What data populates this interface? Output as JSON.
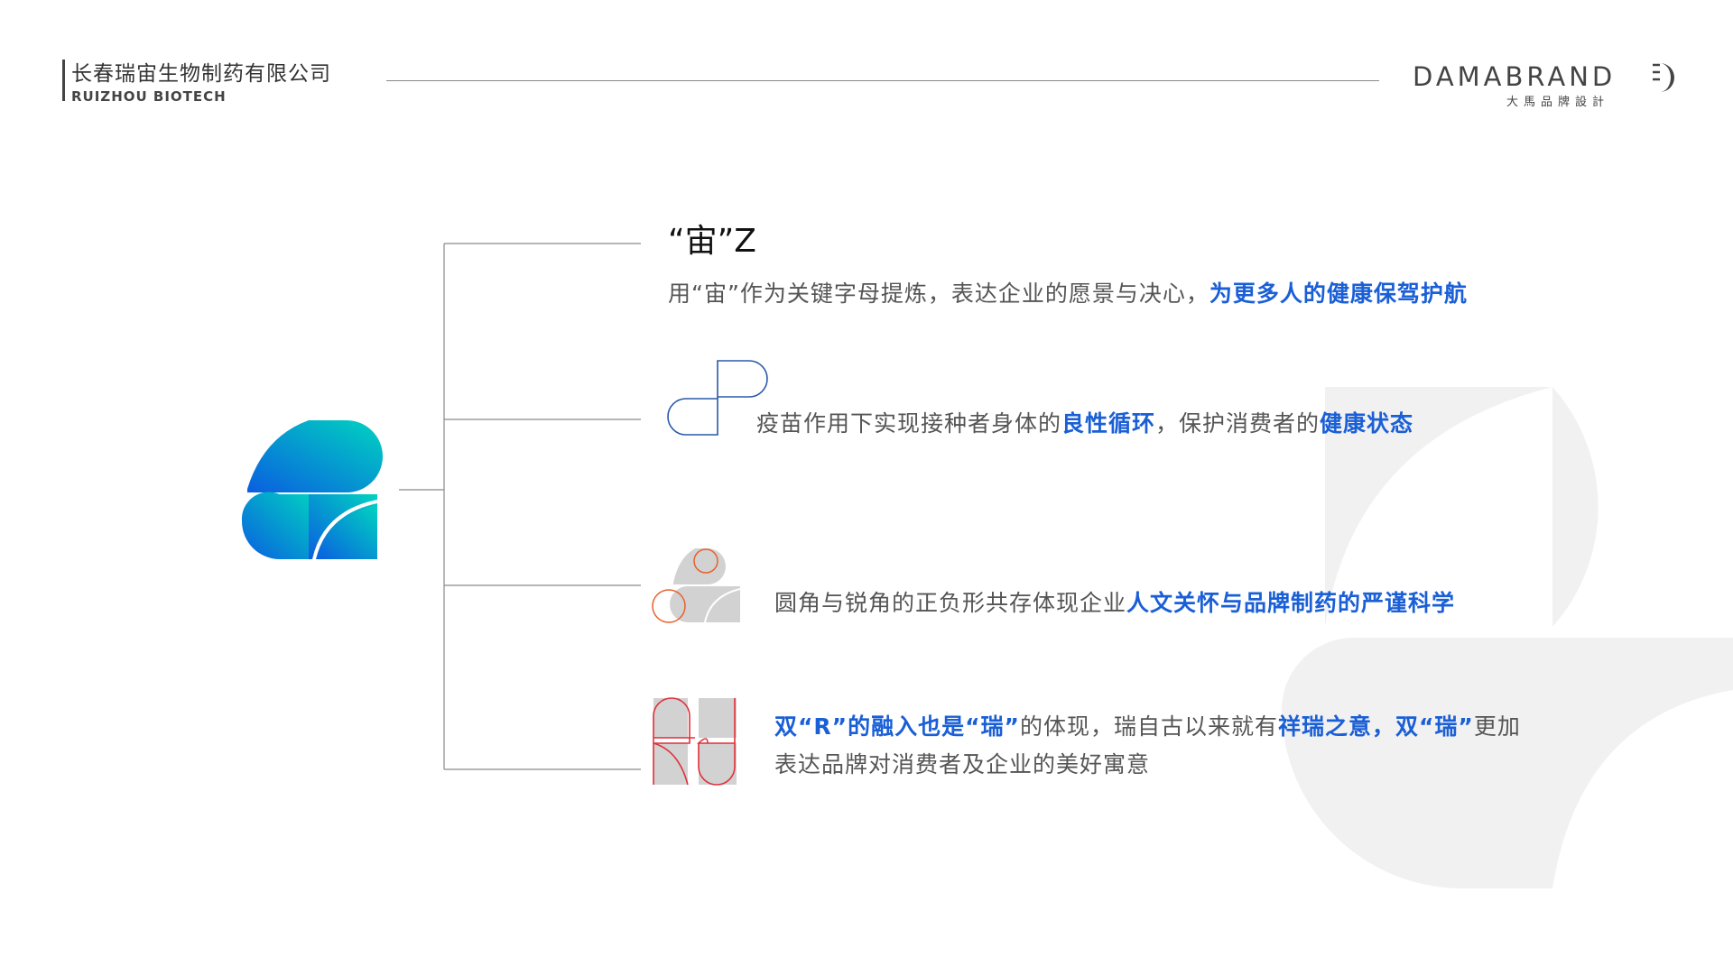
{
  "header": {
    "company_cn": "长春瑞宙生物制药有限公司",
    "company_en": "RUIZHOU BIOTECH",
    "brand_en": "DAMABRAND",
    "brand_cn": "大馬品牌設計"
  },
  "items": [
    {
      "title": "“宙”Z",
      "lines": [
        {
          "parts": [
            {
              "text": "用“宙”作为关键字母提炼，表达企业的愿景与决心，"
            },
            {
              "text": "为更多人的健康保驾护航",
              "hl": true
            }
          ]
        }
      ]
    },
    {
      "lines": [
        {
          "parts": [
            {
              "text": "疫苗作用下实现接种者身体的"
            },
            {
              "text": "良性循环",
              "hl": true
            },
            {
              "text": "，保护消费者的"
            },
            {
              "text": "健康状态",
              "hl": true
            }
          ]
        }
      ]
    },
    {
      "lines": [
        {
          "parts": [
            {
              "text": "圆角与锐角的正负形共存体现企业"
            },
            {
              "text": "人文关怀与品牌制药的严谨科学",
              "hl": true
            }
          ]
        }
      ]
    },
    {
      "lines": [
        {
          "parts": [
            {
              "text": "双“R”的融入也是“瑞”",
              "hl": true
            },
            {
              "text": "的体现，瑞自古以来就有"
            },
            {
              "text": "祥瑞之意，双“瑞”",
              "hl": true
            },
            {
              "text": "更加"
            }
          ]
        },
        {
          "parts": [
            {
              "text": "表达品牌对消费者及企业的美好寓意"
            }
          ]
        }
      ]
    }
  ],
  "colors": {
    "accent": "#1a5fd6",
    "gradient_start": "#00d4c0",
    "gradient_end": "#0a5ee0",
    "icon_orange": "#e8602c",
    "icon_red": "#e0303a",
    "icon_blue": "#2a5aa8",
    "gray": "#d2d2d2"
  }
}
